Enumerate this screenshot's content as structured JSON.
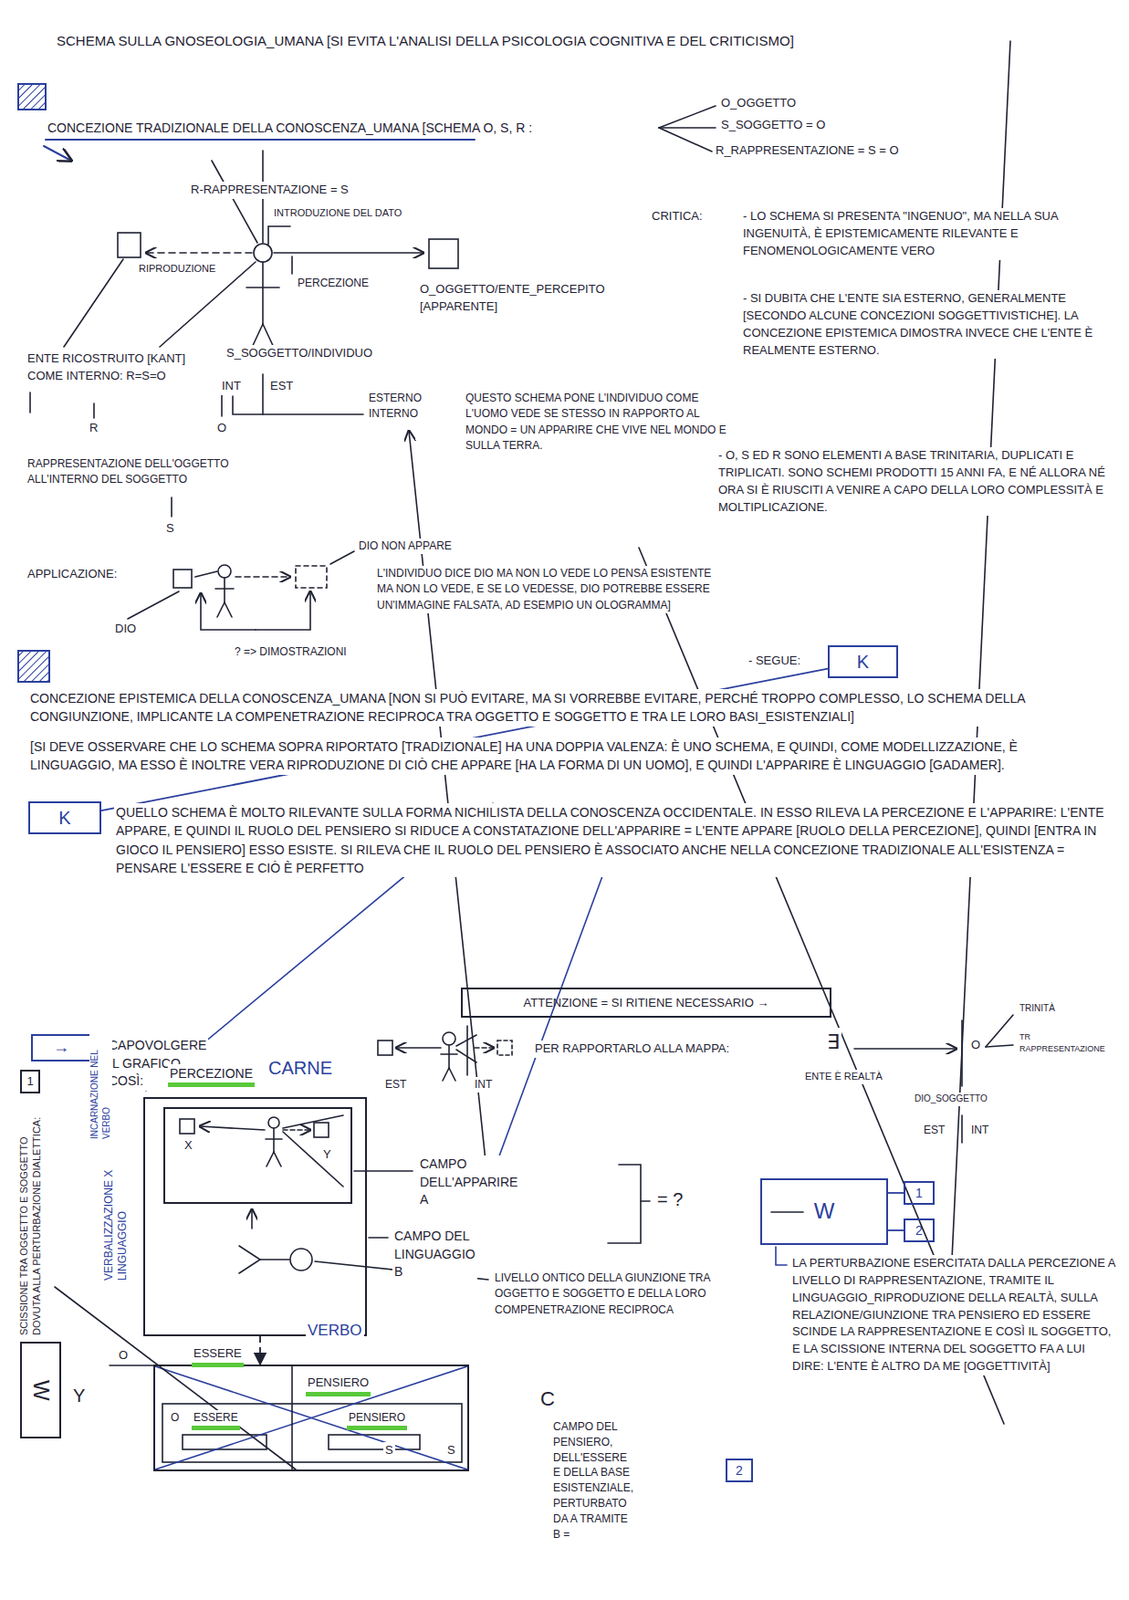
{
  "diagram": {
    "title": "SCHEMA SULLA GNOSEOLOGIA_UMANA [SI EVITA L'ANALISI DELLA PSICOLOGIA COGNITIVA E DEL CRITICISMO]",
    "nodes": [
      {
        "text": [
          "K"
        ]
      },
      {
        "text": [
          "K"
        ]
      },
      {
        "text": [
          "ATTENZIONE = SI RITIENE NECESSARIO →"
        ]
      },
      {
        "text": [
          "→",
          "CAPOVOLGERE IL GRAFICO COSÌ:"
        ]
      },
      {
        "text": [
          "CAMPO DEL LINGUAGGIO B"
        ]
      },
      {
        "text": [
          "CAMPO DELL'APPARIRE A"
        ],
        "in": 4
      },
      {
        "text": [
          "C",
          "CAMPO DEL PENSIERO, DELL'ESSERE E DELLA BASE ESISTENZIALE, PERTURBATO DA A TRAMITE B ="
        ]
      },
      {
        "text": [
          "2"
        ]
      },
      {
        "text": [
          "W"
        ]
      },
      {
        "text": [
          "1"
        ]
      },
      {
        "text": [
          "2"
        ]
      },
      {
        "text": [
          "W"
        ]
      },
      {
        "text": [
          "1"
        ]
      }
    ],
    "edges": [
      {
        "from": 1,
        "to": 0,
        "arrow": "none"
      },
      {
        "from": 4,
        "to": 6,
        "arrow": "to"
      },
      {
        "from": 8,
        "to": 9,
        "arrow": "none"
      },
      {
        "from": 8,
        "to": 10,
        "arrow": "none"
      }
    ],
    "labels": [
      "CONCEZIONE TRADIZIONALE DELLA CONOSCENZA_UMANA [SCHEMA O, S, R :",
      "O_OGGETTO",
      "S_SOGGETTO = O",
      "R_RAPPRESENTAZIONE = S = O",
      "R-RAPPRESENTAZIONE = S",
      "INTRODUZIONE DEL DATO",
      "RIPRODUZIONE",
      "PERCEZIONE",
      "O_OGGETTO/ENTE_PERCEPITO [APPARENTE]",
      "S_SOGGETTO/INDIVIDUO",
      "INT",
      "EST",
      "ESTERNO INTERNO",
      "ENTE RICOSTRUITO [KANT] COME INTERNO: R=S=O",
      "R",
      "O",
      "RAPPRESENTAZIONE DELL'OGGETTO ALL'INTERNO DEL SOGGETTO",
      "S",
      "QUESTO SCHEMA PONE L'INDIVIDUO COME L'UOMO VEDE SE STESSO IN RAPPORTO AL MONDO = UN APPARIRE CHE VIVE NEL MONDO E SULLA TERRA.",
      "CRITICA:",
      "- LO SCHEMA SI PRESENTA \"INGENUO\", MA NELLA SUA INGENUITÀ, È EPISTEMICAMENTE RILEVANTE E FENOMENOLOGICAMENTE VERO",
      "- SI DUBITA CHE L'ENTE SIA ESTERNO, GENERALMENTE [SECONDO ALCUNE CONCEZIONI SOGGETTIVISTICHE]. LA CONCEZIONE EPISTEMICA DIMOSTRA INVECE CHE L'ENTE È REALMENTE ESTERNO.",
      "- O, S ED R SONO ELEMENTI A BASE TRINITARIA, DUPLICATI E TRIPLICATI. SONO SCHEMI PRODOTTI 15 ANNI FA, E NÉ ALLORA NÉ ORA SI È RIUSCITI A VENIRE A CAPO DELLA LORO COMPLESSITÀ E MOLTIPLICAZIONE.",
      "- SEGUE:",
      "APPLICAZIONE:",
      "DIO",
      "DIO NON APPARE",
      "L'INDIVIDUO DICE DIO MA NON LO VEDE LO PENSA ESISTENTE MA NON LO VEDE, E SE LO VEDESSE, DIO POTREBBE ESSERE UN'IMMAGINE FALSATA, AD ESEMPIO UN OLOGRAMMA]",
      "? => DIMOSTRAZIONI",
      "CONCEZIONE EPISTEMICA DELLA CONOSCENZA_UMANA [NON SI PUÒ EVITARE, MA SI VORREBBE EVITARE, PERCHÉ TROPPO COMPLESSO, LO SCHEMA DELLA CONGIUNZIONE, IMPLICANTE LA COMPENETRAZIONE RECIPROCA TRA OGGETTO E SOGGETTO E TRA LE LORO BASI_ESISTENZIALI]",
      "[SI DEVE OSSERVARE CHE LO SCHEMA SOPRA RIPORTATO [TRADIZIONALE] HA UNA DOPPIA VALENZA: È UNO SCHEMA, E QUINDI, COME MODELLIZZAZIONE, È LINGUAGGIO, MA ESSO È INOLTRE VERA RIPRODUZIONE DI CIÒ CHE APPARE [HA LA FORMA DI UN UOMO], E QUINDI L'APPARIRE È LINGUAGGIO [GADAMER].",
      "QUELLO SCHEMA È MOLTO RILEVANTE SULLA FORMA NICHILISTA DELLA CONOSCENZA OCCIDENTALE. IN ESSO RILEVA LA PERCEZIONE E L'APPARIRE: L'ENTE APPARE, E QUINDI IL RUOLO DEL PENSIERO SI RIDUCE A CONSTATAZIONE DELL'APPARIRE = L'ENTE APPARE [RUOLO DELLA PERCEZIONE], QUINDI [ENTRA IN GIOCO IL PENSIERO] ESSO ESISTE. SI RILEVA CHE IL RUOLO DEL PENSIERO È ASSOCIATO ANCHE NELLA CONCEZIONE TRADIZIONALE ALL'ESISTENZA = PENSARE L'ESSERE E CIÒ È PERFETTO",
      "EST",
      "INT",
      "PER RAPPORTARLO ALLA MAPPA:",
      "∃",
      "ENTE È REALTÀ",
      "O",
      "DIO_SOGGETTO",
      "TRINITÀ",
      "TR RAPPRESENTAZIONE",
      "EST",
      "INT",
      "PERCEZIONE",
      "CARNE",
      "X",
      "Y",
      "= ?",
      "INCARNAZIONE NEL VERBO",
      "VERBALIZZAZIONE X LINGUAGGIO",
      "SCISSIONE TRA OGGETTO E SOGGETTO DOVUTA ALLA PERTURBAZIONE DIALETTICA:",
      "Y",
      "LIVELLO ONTICO DELLA GIUNZIONE TRA OGGETTO E SOGGETTO E DELLA LORO COMPENETRAZIONE RECIPROCA",
      "O",
      "ESSERE",
      "VERBO",
      "PENSIERO",
      "O",
      "ESSERE",
      "PENSIERO",
      "S",
      "S",
      "LA PERTURBAZIONE ESERCITATA DALLA PERCEZIONE A LIVELLO DI RAPPRESENTAZIONE, TRAMITE IL LINGUAGGIO_RIPRODUZIONE DELLA REALTÀ, SULLA RELAZIONE/GIUNZIONE TRA PENSIERO ED ESSERE SCINDE LA RAPPRESENTAZIONE E COSÌ IL SOGGETTO, E LA SCISSIONE INTERNA DEL SOGGETTO FA A LUI DIRE: L'ENTE È ALTRO DA ME [OGGETTIVITÀ]"
    ]
  }
}
